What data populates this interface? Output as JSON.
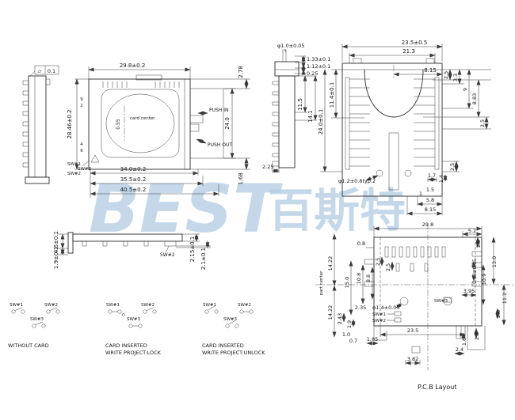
{
  "watermark": {
    "latin": "BEST",
    "cjk": "百斯特"
  },
  "tolerance_frame": {
    "symbol": "▱",
    "value": "0.1"
  },
  "top_view": {
    "dim_width": "29.8±0.2",
    "dim_height": "28.46±0.2",
    "dim_center_offset": "0.55",
    "card_center": "card center",
    "push_in": "PUSH IN",
    "push_out": "PUSH OUT",
    "dim_card_width": "24.0",
    "dim_body": "34.0±0.2",
    "dim_travel": "35.5±0.2",
    "dim_overall": "40.5±0.2",
    "dim_top_right": "2.78",
    "dim_bottom_right": "1.68",
    "pin_label_9": "9",
    "pin_label_2": "2",
    "pin_label_4": "4",
    "pin_label_6": "6",
    "sw1": "SW#1",
    "sw3": "SW#3",
    "sw2": "SW#2"
  },
  "side_view": {
    "pin_dia": "φ1.0±0.05",
    "dim_pitch_a": "1.33±0.1",
    "dim_pitch_b": "1.12±0.1",
    "dim_pitch_c": "0.25",
    "dim_depth_a": "11.5",
    "dim_depth_b": "14.1",
    "dim_foot": "2.25"
  },
  "rear_view": {
    "dim_width": "23.5±0.5",
    "dim_inner_width": "21.3",
    "dim_half": "8.15",
    "dim_row_a": "2.5",
    "dim_row_b": "3.3",
    "dim_row_c": "9",
    "dim_row_d": "8.83",
    "dim_row_e": "2.5",
    "dim_cavity": "11.4±0.1",
    "dim_height": "24.0±0.1",
    "hole_note": "φ1.2±0.8typ.2",
    "dim_foot_a": "1.7",
    "dim_foot_b": "1.4",
    "dim_foot_c": "2.5",
    "dim_foot_d": "1.5",
    "dim_foot_e": "1",
    "dim_slot": "5.8",
    "dim_half_bottom": "8.15"
  },
  "profile_view": {
    "dim_height": "4.6±0.1",
    "dim_standoff": "1.9±0.1",
    "sw2": "SW#2",
    "dim_lever_a": "2.15±0.1",
    "dim_lever_b": "2.1±0.1"
  },
  "switch_states": {
    "without_card": {
      "sw1": "SW#1",
      "sw2": "SW#2",
      "sw3": "SW#3",
      "caption": "WITHOUT CARD"
    },
    "lock": {
      "sw1": "SW#1",
      "sw2": "SW#2",
      "sw3": "SW#3",
      "caption_line1": "CARD INSERTED",
      "caption_line2": "WRITE PROJECT:LOCK"
    },
    "unlock": {
      "sw1": "SW#1",
      "sw2": "SW#2",
      "sw3": "SW#3",
      "caption_line1": "CARD INSERTED",
      "caption_line2": "WRITE PROJECT:UNLOCK"
    }
  },
  "pcb_layout": {
    "title": "P.C.B Layout",
    "part_center": "part center",
    "dim_width": "29.8",
    "dim_52": "5.2",
    "dim_29": "2.9",
    "dim_08": "0.8",
    "dim_1422_upper": "14.22",
    "dim_150": "15.0",
    "dim_108": "10.8",
    "dim_88": "8.8",
    "dim_25_a": "2.5",
    "dim_25_b": "2.5",
    "dim_130": "13.0",
    "dim_055": "0.55±0.05",
    "dim_109": "10.9",
    "dim_395": "3.95",
    "dim_235_hole": "2.35",
    "hole_note": "φ1.4±0.05",
    "dim_112": "11.2",
    "dim_28_right": "2.8",
    "dim_1422_lower": "14.22",
    "dim_243": "2.43",
    "dim_19": "1.9",
    "dim_10": "1.0",
    "dim_07": "0.7",
    "sw1": "SW#1",
    "sw2": "SW#2",
    "sw3": "SW#3",
    "dim_width_lower": "23.5",
    "dim_185": "1.85",
    "dim_16": "1.6",
    "dim_28_bottom": "2.8",
    "dim_24": "2.4",
    "dim_382": "3.82"
  }
}
